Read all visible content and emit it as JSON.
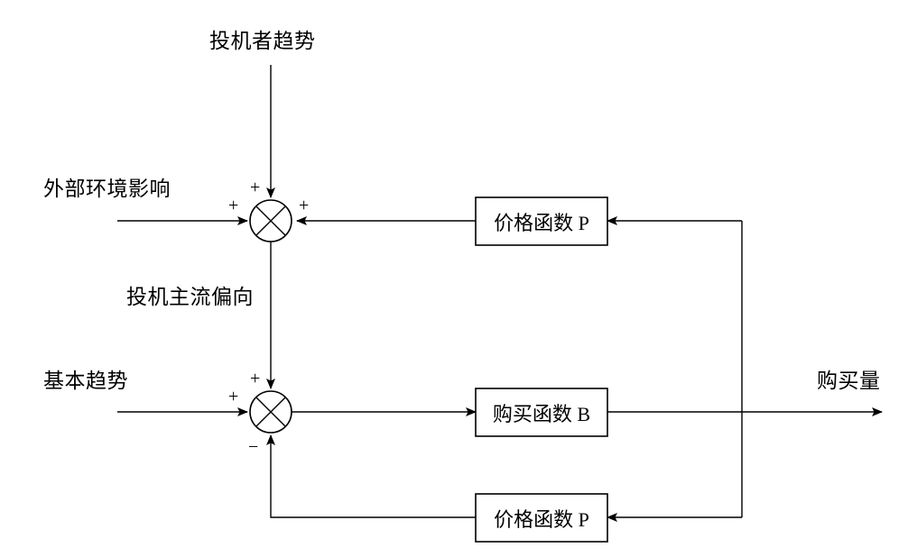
{
  "diagram": {
    "title": "投机者趋势",
    "type": "control-block-diagram",
    "background_color": "#ffffff",
    "line_color": "#000000",
    "inputs": [
      {
        "id": "speculator-trend",
        "label": "投机者趋势",
        "direction": "down"
      },
      {
        "id": "external-environment",
        "label": "外部环境影响",
        "direction": "right"
      },
      {
        "id": "fundamental-trend",
        "label": "基本趋势",
        "direction": "right"
      }
    ],
    "intermediate_labels": [
      {
        "id": "speculative-mainstream-bias",
        "label": "投机主流偏向"
      }
    ],
    "outputs": [
      {
        "id": "purchase-volume",
        "label": "购买量",
        "direction": "right"
      }
    ],
    "blocks": [
      {
        "id": "price-function-upper",
        "label": "价格函数 P"
      },
      {
        "id": "buy-function",
        "label": "购买函数 B"
      },
      {
        "id": "price-function-lower",
        "label": "价格函数 P"
      }
    ],
    "junctions": [
      {
        "id": "summing-junction-upper",
        "signs": [
          {
            "port": "top",
            "sign": "+"
          },
          {
            "port": "left",
            "sign": "+"
          },
          {
            "port": "right",
            "sign": "+"
          }
        ]
      },
      {
        "id": "summing-junction-lower",
        "signs": [
          {
            "port": "top",
            "sign": "+"
          },
          {
            "port": "left",
            "sign": "+"
          },
          {
            "port": "bottom",
            "sign": "−"
          }
        ]
      }
    ],
    "signs": {
      "plus": "+",
      "minus": "−"
    }
  }
}
